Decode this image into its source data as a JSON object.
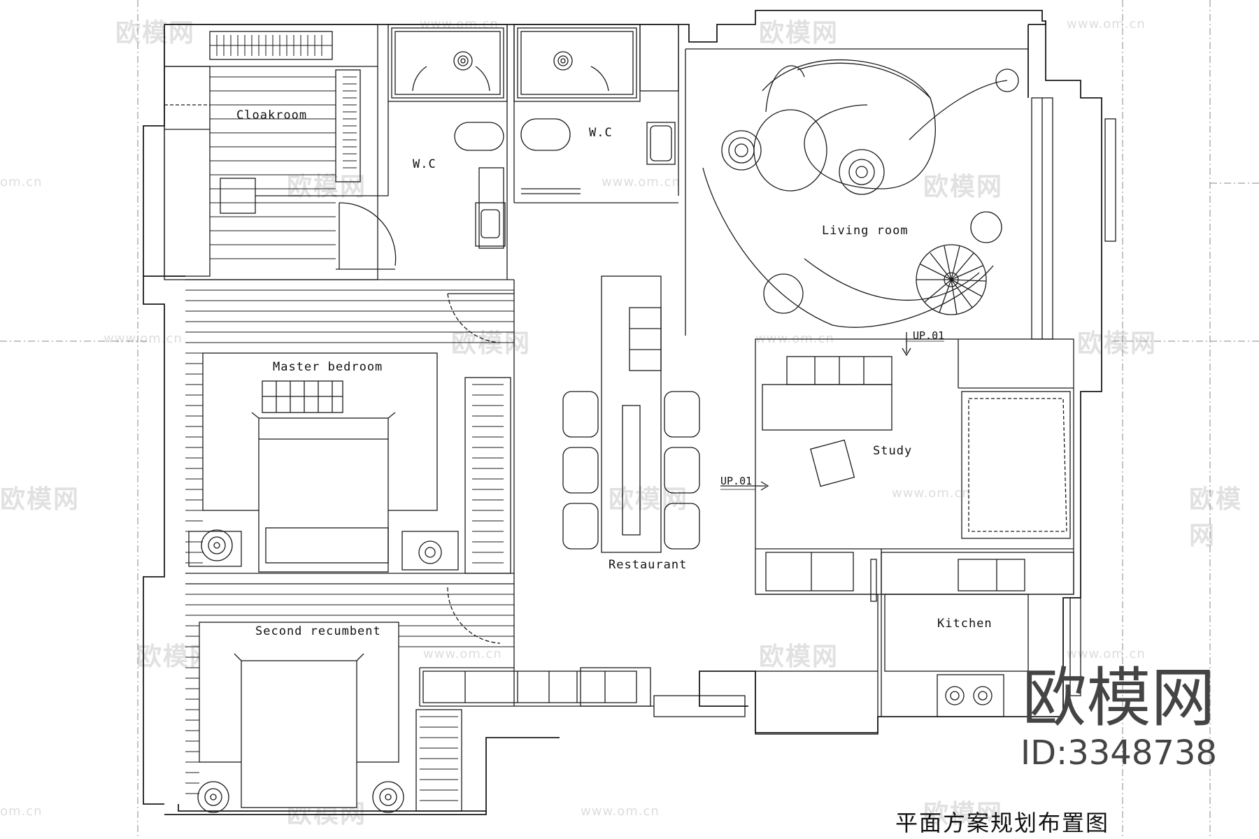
{
  "rooms": {
    "cloakroom": "Cloakroom",
    "wc_left": "W.C",
    "wc_right": "W.C",
    "living_room": "Living room",
    "master_bedroom": "Master bedroom",
    "restaurant": "Restaurant",
    "study": "Study",
    "kitchen": "Kitchen",
    "second_recumbent": "Second recumbent"
  },
  "markers": {
    "up_top": "UP.01",
    "up_left": "UP.01"
  },
  "caption": "平面方案规划布置图",
  "brand": {
    "name": "欧模网",
    "id": "ID:3348738"
  },
  "watermark": {
    "text": "欧模网",
    "url": "www.om.cn",
    "short": "om.cn"
  },
  "colors": {
    "line": "#1a1a1a",
    "watermark": "#c9c9c9"
  }
}
